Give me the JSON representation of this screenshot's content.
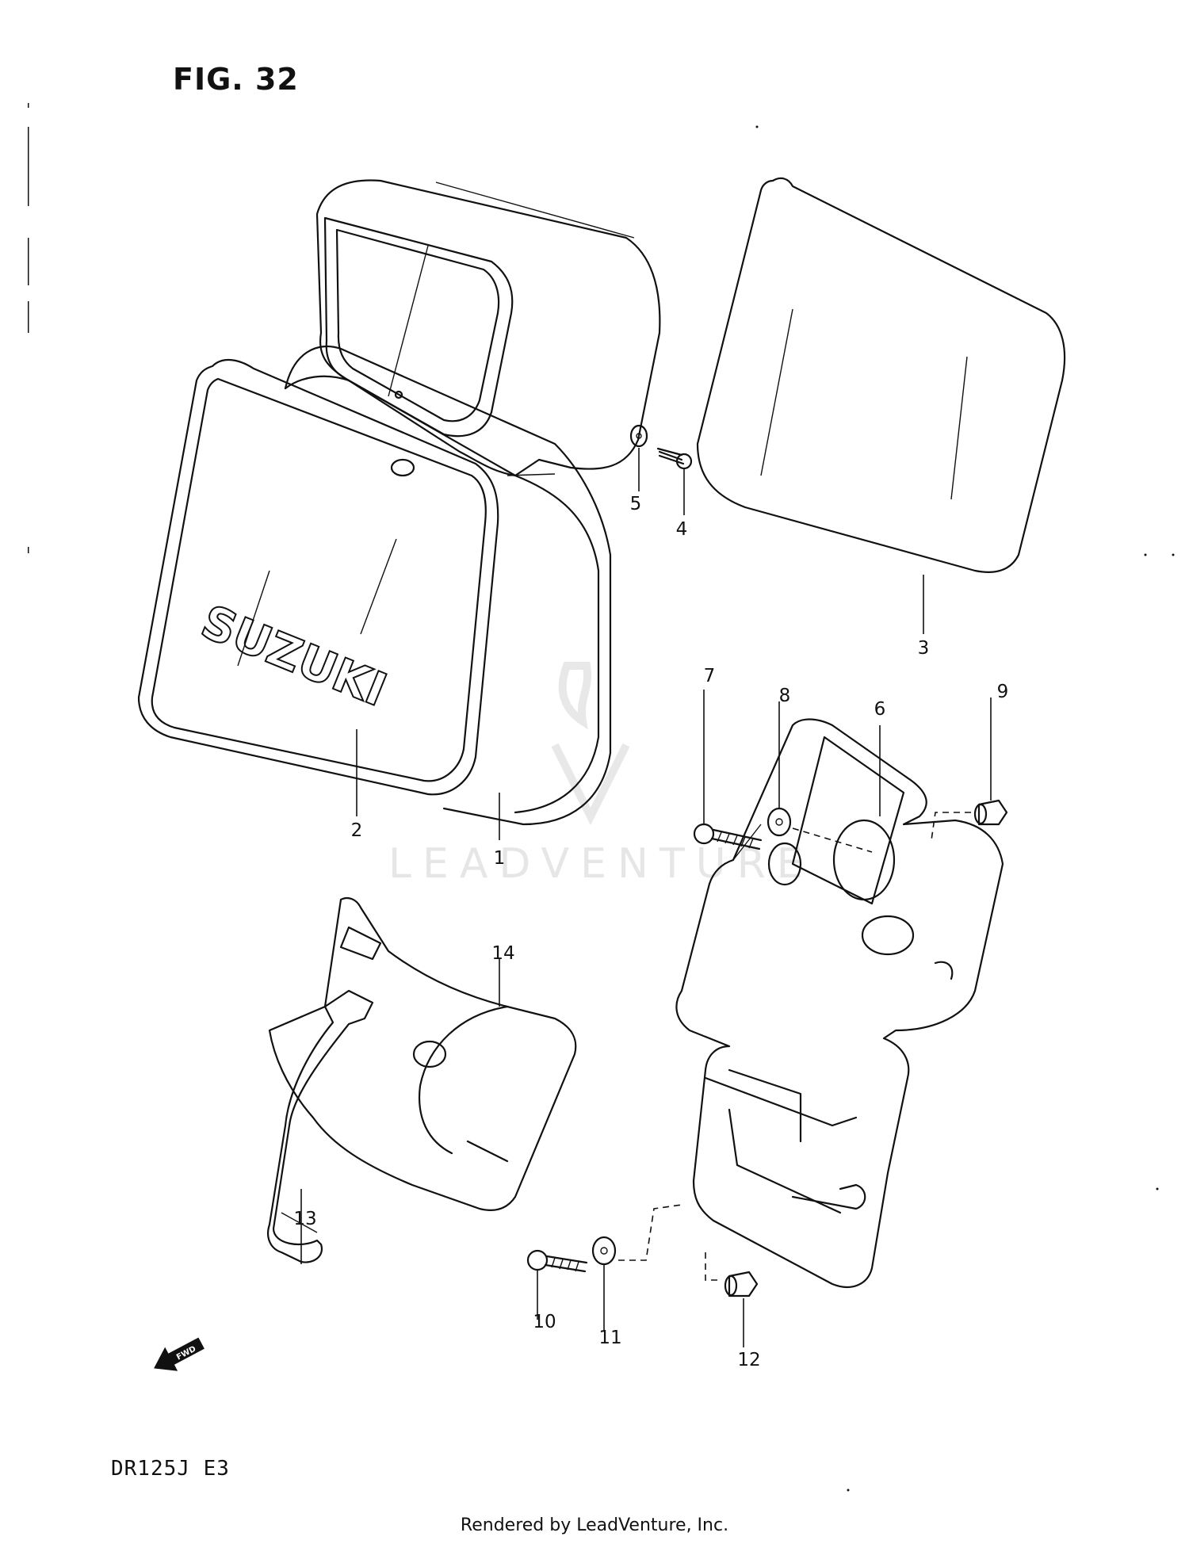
{
  "figure": {
    "title": "FIG. 32",
    "model_code": "DR125J  E3",
    "footer": "Rendered by LeadVenture, Inc.",
    "watermark": "LEADVENTURE",
    "fwd_label": "FWD",
    "logo_text": "SUZUKI"
  },
  "callouts": [
    "1",
    "2",
    "3",
    "4",
    "5",
    "6",
    "7",
    "8",
    "9",
    "10",
    "11",
    "12",
    "13",
    "14"
  ],
  "colors": {
    "ink": "#111111",
    "watermark": "#e6e6e6",
    "background": "#ffffff"
  }
}
